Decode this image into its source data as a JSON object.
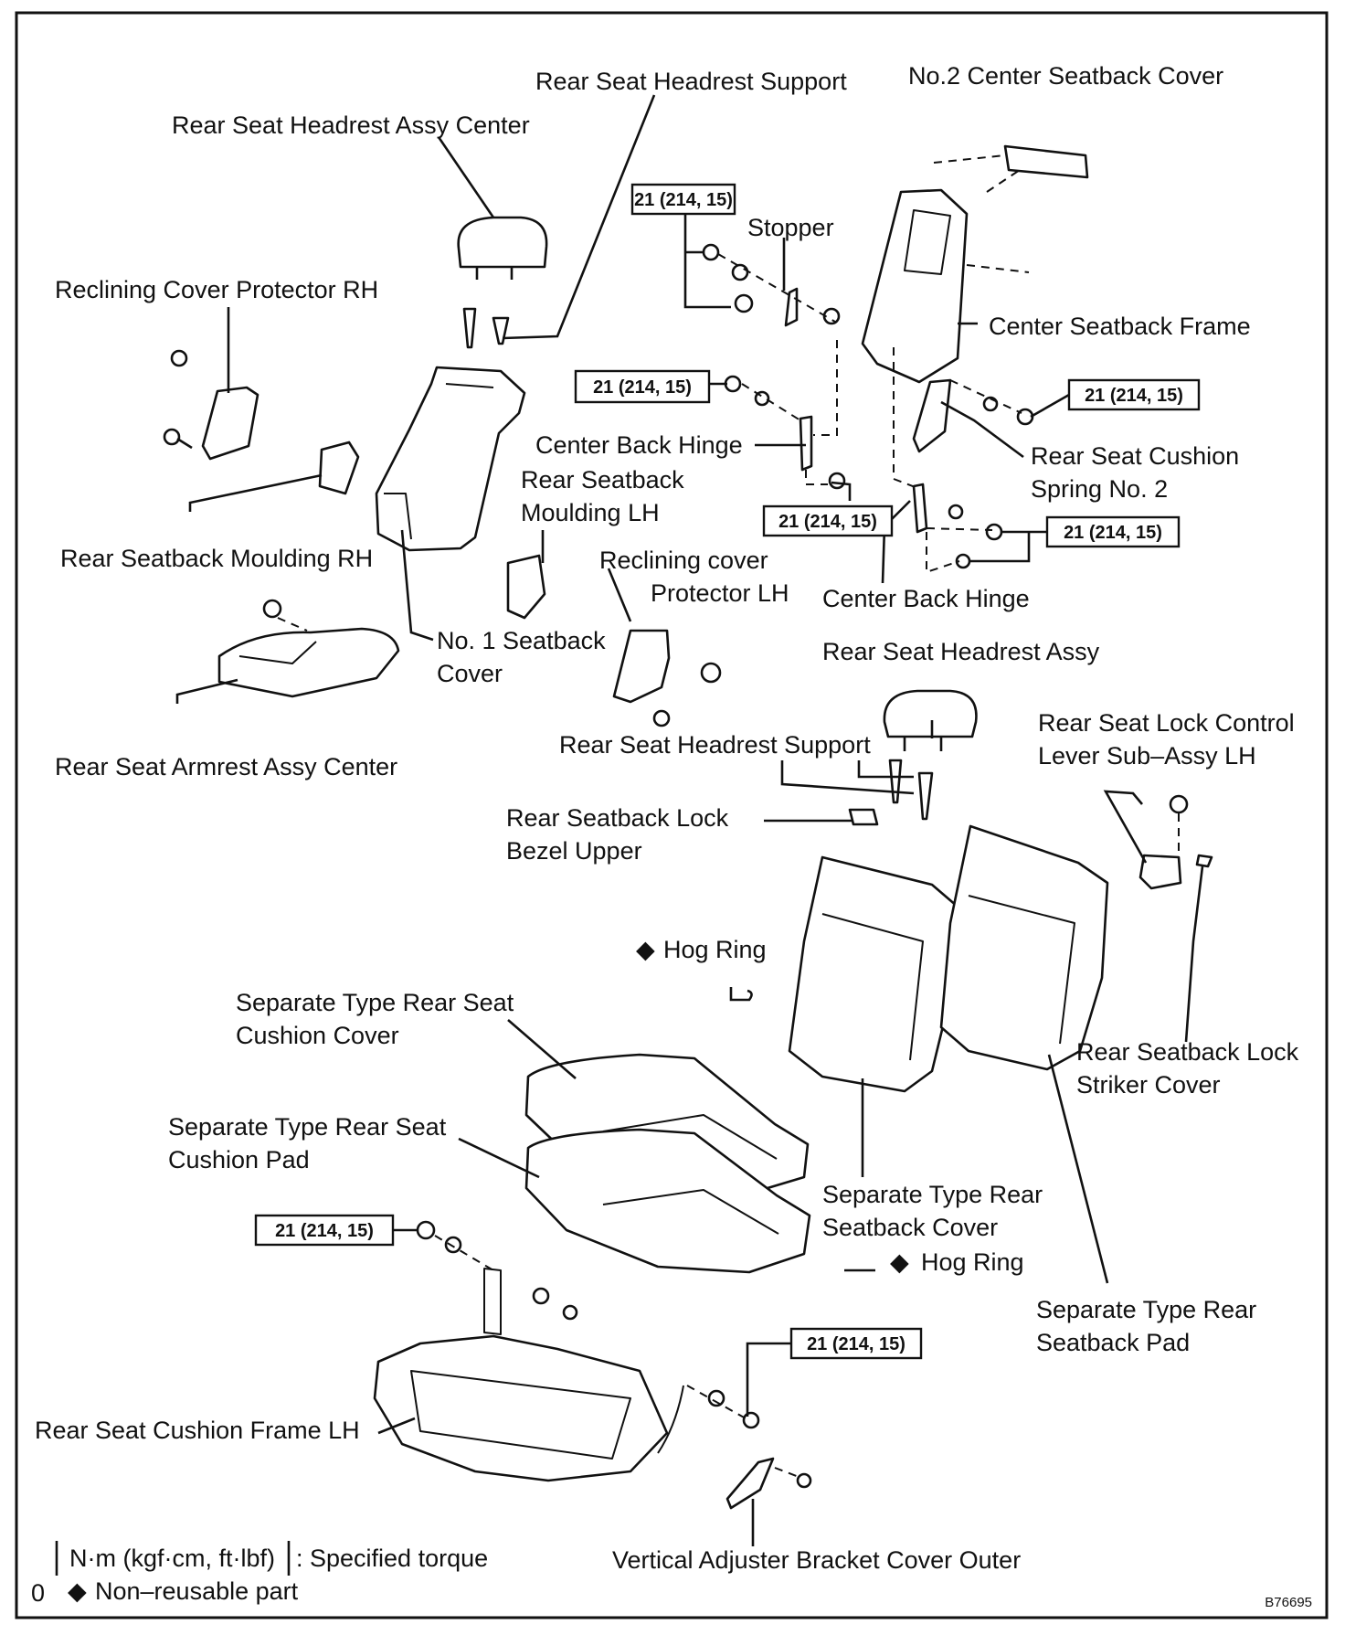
{
  "labels": {
    "headrest_support_top": "Rear Seat Headrest Support",
    "no2_center_seatback_cover": "No.2 Center Seatback Cover",
    "headrest_assy_center": "Rear Seat Headrest Assy Center",
    "stopper": "Stopper",
    "reclining_cover_protector_rh": "Reclining Cover Protector RH",
    "center_seatback_frame": "Center Seatback Frame",
    "center_back_hinge_upper": "Center Back Hinge",
    "rear_seat_cushion_spring_no2_l1": "Rear Seat Cushion",
    "rear_seat_cushion_spring_no2_l2": "Spring No. 2",
    "rear_seatback_moulding_lh_l1": "Rear Seatback",
    "rear_seatback_moulding_lh_l2": "Moulding LH",
    "rear_seatback_moulding_rh": "Rear Seatback Moulding RH",
    "reclining_cover_protector_lh_l1": "Reclining cover",
    "reclining_cover_protector_lh_l2": "Protector LH",
    "center_back_hinge_lower": "Center Back Hinge",
    "no1_seatback_cover_l1": "No. 1 Seatback",
    "no1_seatback_cover_l2": "Cover",
    "rear_seat_headrest_assy": "Rear Seat Headrest Assy",
    "rear_seat_lock_control_l1": "Rear Seat Lock Control",
    "rear_seat_lock_control_l2": "Lever Sub–Assy LH",
    "rear_seat_armrest_assy_center": "Rear Seat Armrest Assy Center",
    "headrest_support_mid": "Rear Seat Headrest Support",
    "seatback_lock_bezel_l1": "Rear Seatback Lock",
    "seatback_lock_bezel_l2": "Bezel Upper",
    "hog_ring_top": "Hog Ring",
    "sep_cushion_cover_l1": "Separate Type Rear Seat",
    "sep_cushion_cover_l2": "Cushion Cover",
    "seatback_lock_striker_l1": "Rear Seatback Lock",
    "seatback_lock_striker_l2": "Striker Cover",
    "sep_cushion_pad_l1": "Separate Type Rear Seat",
    "sep_cushion_pad_l2": "Cushion Pad",
    "sep_seatback_cover_l1": "Separate Type Rear",
    "sep_seatback_cover_l2": "Seatback Cover",
    "hog_ring_bottom": "Hog Ring",
    "sep_seatback_pad_l1": "Separate Type Rear",
    "sep_seatback_pad_l2": "Seatback Pad",
    "cushion_frame_lh": "Rear Seat Cushion Frame LH",
    "vertical_adjuster_bracket": "Vertical Adjuster Bracket Cover Outer"
  },
  "torque": {
    "t1": "21 (214, 15)",
    "t2": "21 (214, 15)",
    "t3": "21 (214, 15)",
    "t4": "21 (214, 15)",
    "t5": "21 (214, 15)",
    "t6": "21 (214, 15)",
    "t7": "21 (214, 15)"
  },
  "legend": {
    "unit_box": "N·m (kgf·cm, ft·lbf)",
    "specified": ": Specified torque",
    "marker": "0",
    "non_reusable": "Non–reusable part"
  },
  "symbols": {
    "diamond": "◆"
  },
  "figure_id": "B76695"
}
